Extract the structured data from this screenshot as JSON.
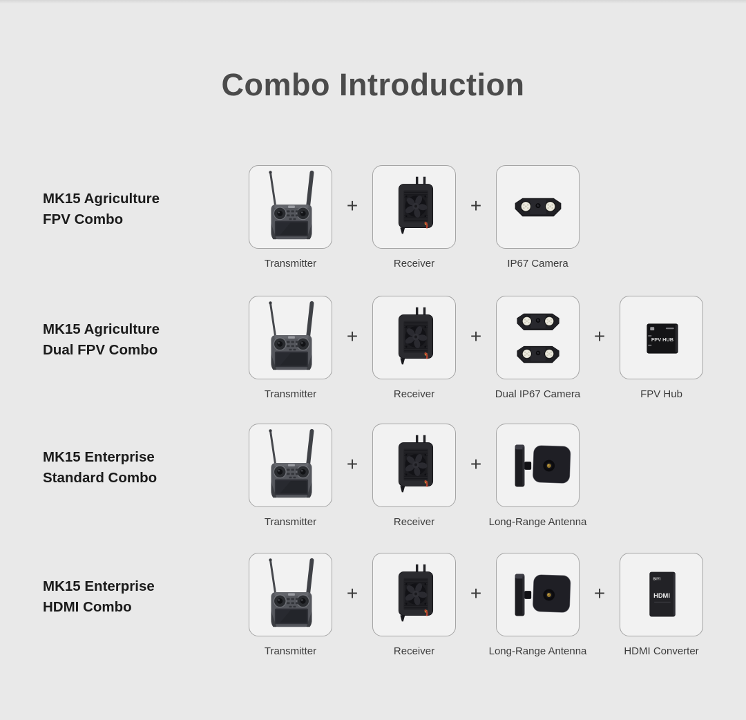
{
  "theme": {
    "background": "#e9e9e9",
    "card_background": "#f2f2f2",
    "card_border": "#a5a5a5",
    "title_color": "#4b4b4b",
    "combo_name_color": "#1b1b1b",
    "part_label_color": "#3c3c3c"
  },
  "title": "Combo Introduction",
  "plus_sign": "+",
  "combos": [
    {
      "name_line1": "MK15 Agriculture",
      "name_line2": "FPV Combo",
      "parts": [
        {
          "label": "Transmitter",
          "icon": "transmitter-icon"
        },
        {
          "label": "Receiver",
          "icon": "receiver-icon"
        },
        {
          "label": "IP67 Camera",
          "icon": "ip67-camera-icon"
        }
      ]
    },
    {
      "name_line1": "MK15 Agriculture",
      "name_line2": "Dual FPV Combo",
      "parts": [
        {
          "label": "Transmitter",
          "icon": "transmitter-icon"
        },
        {
          "label": "Receiver",
          "icon": "receiver-icon"
        },
        {
          "label": "Dual IP67 Camera",
          "icon": "dual-ip67-camera-icon"
        },
        {
          "label": "FPV Hub",
          "icon": "fpv-hub-icon"
        }
      ]
    },
    {
      "name_line1": "MK15 Enterprise",
      "name_line2": "Standard Combo",
      "parts": [
        {
          "label": "Transmitter",
          "icon": "transmitter-icon"
        },
        {
          "label": "Receiver",
          "icon": "receiver-icon"
        },
        {
          "label": "Long-Range Antenna",
          "icon": "long-range-antenna-icon"
        }
      ]
    },
    {
      "name_line1": "MK15 Enterprise",
      "name_line2": "HDMI Combo",
      "parts": [
        {
          "label": "Transmitter",
          "icon": "transmitter-icon"
        },
        {
          "label": "Receiver",
          "icon": "receiver-icon"
        },
        {
          "label": "Long-Range Antenna",
          "icon": "long-range-antenna-icon"
        },
        {
          "label": "HDMI Converter",
          "icon": "hdmi-converter-icon"
        }
      ]
    }
  ],
  "devices": {
    "fpv_hub_label": "FPV HUB",
    "siyi_label": "SIYI",
    "hdmi_label": "HDMI"
  }
}
